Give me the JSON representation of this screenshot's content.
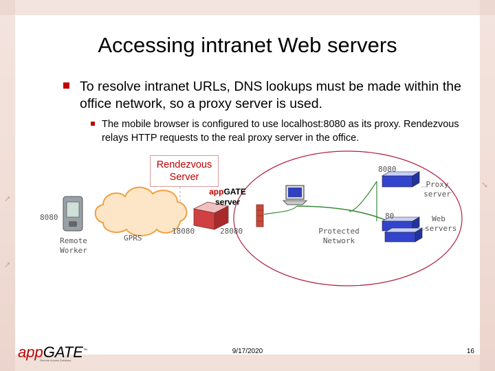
{
  "slide": {
    "title": "Accessing intranet Web servers",
    "bullet_main": "To resolve intranet URLs, DNS lookups must be made within the office network, so a proxy server is used.",
    "bullet_sub": "The mobile browser is configured to use localhost:8080 as its proxy. Rendezvous relays HTTP requests to the real proxy server in the office."
  },
  "diagram": {
    "rendezvous_label": "Rendezvous Server",
    "appgate_brand": "app",
    "appgate_brand_suffix": "GATE",
    "appgate_server_word": "server",
    "port_local": "8080",
    "remote_worker": "Remote Worker",
    "gprs": "GPRS",
    "port_18080": "18080",
    "port_28080": "28080",
    "port_proxy": "8080",
    "port_web": "80",
    "protected_network": "Protected Network",
    "proxy_server": "Proxy server",
    "web_servers": "Web servers"
  },
  "footer": {
    "logo_app": "app",
    "logo_gate": "GATE",
    "logo_tm": "™",
    "logo_tagline": "Remote Access Solutions",
    "date": "9/17/2020",
    "page": "16"
  },
  "colors": {
    "accent": "#c00000",
    "ellipse": "#b02040",
    "link_green": "#3a8a3a",
    "server_blue": "#3344cc"
  }
}
